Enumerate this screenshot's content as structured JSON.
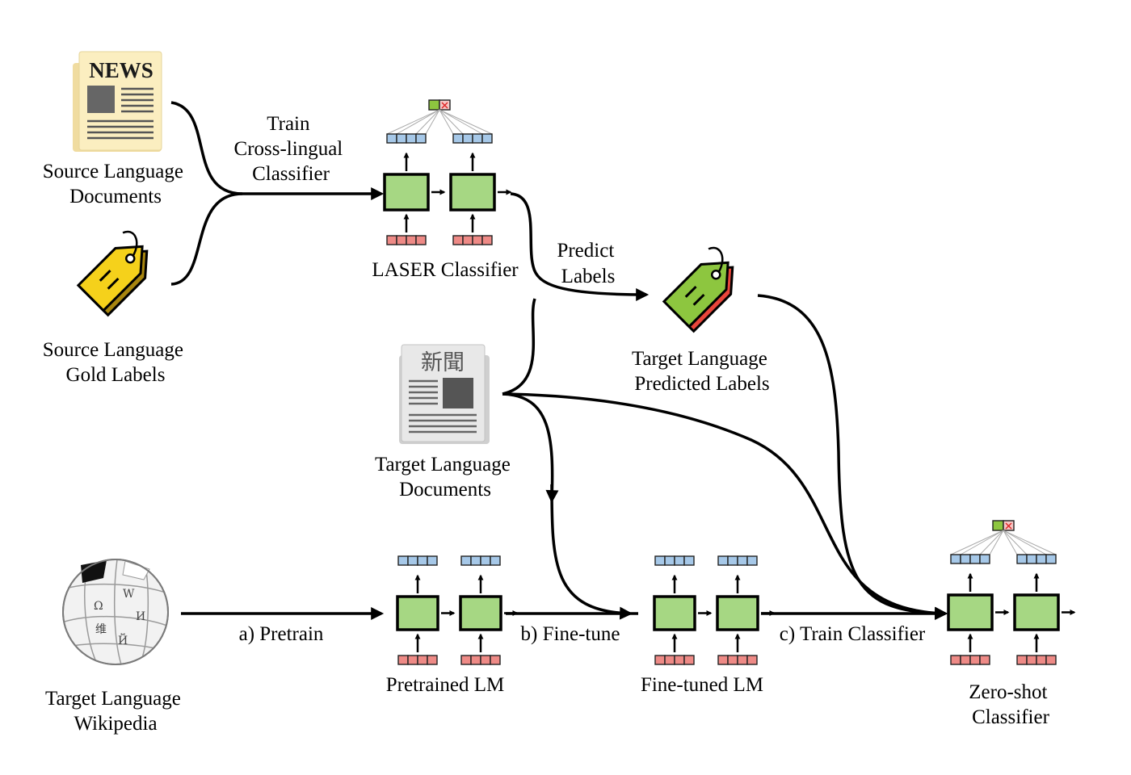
{
  "labels": {
    "source_docs": [
      "Source Language",
      "Documents"
    ],
    "source_labels": [
      "Source Language",
      "Gold Labels"
    ],
    "train_cross": [
      "Train",
      "Cross-lingual",
      "Classifier"
    ],
    "laser": [
      "LASER Classifier"
    ],
    "predict": [
      "Predict",
      "Labels"
    ],
    "target_pred_labels": [
      "Target Language",
      "Predicted Labels"
    ],
    "target_docs": [
      "Target Language",
      "Documents"
    ],
    "wikipedia": [
      "Target Language",
      "Wikipedia"
    ],
    "pretrain": [
      "a) Pretrain"
    ],
    "finetune": [
      "b) Fine-tune"
    ],
    "train_classifier": [
      "c) Train Classifier"
    ],
    "pretrained_lm": [
      "Pretrained LM"
    ],
    "finetuned_lm": [
      "Fine-tuned LM"
    ],
    "zeroshot": [
      "Zero-shot",
      "Classifier"
    ]
  },
  "icons": {
    "news_heading": "NEWS",
    "target_news_heading": "新聞",
    "wiki_glyphs": [
      "Ω",
      "W",
      "И",
      "维",
      "Й"
    ]
  },
  "colors": {
    "cell_green": "#a6d783",
    "vector_blue": "#a6c8e8",
    "vector_red": "#ee8a86",
    "tag_yellow": "#f5d11b",
    "tag_green": "#8dc63f",
    "tag_red": "#e8463b",
    "paper_yellow": "#fbeec0",
    "paper_gray": "#e8e8e8"
  }
}
